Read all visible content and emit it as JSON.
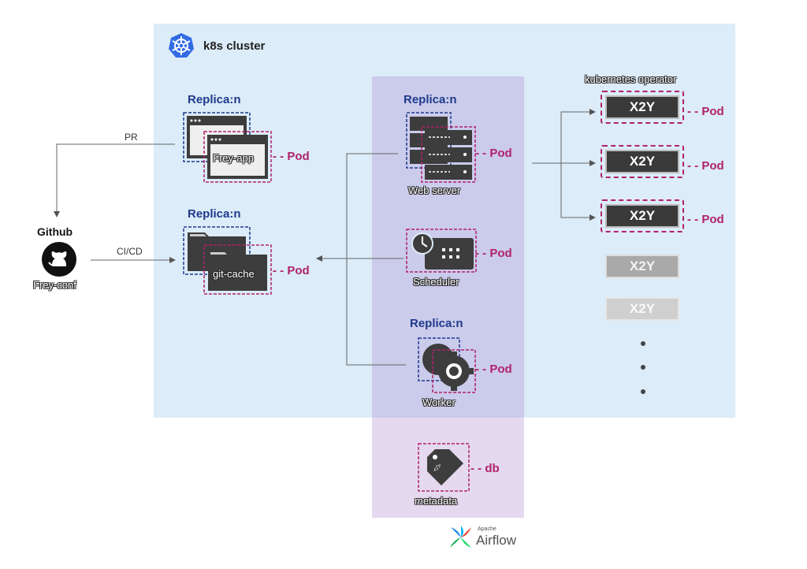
{
  "cluster": {
    "title": "k8s cluster"
  },
  "github": {
    "title": "Github",
    "repo": "Frey-conf"
  },
  "edges": {
    "pr": "PR",
    "cicd": "CI/CD"
  },
  "frey_app": {
    "replica": "Replica:n",
    "name": "Frey-app",
    "pod": "Pod"
  },
  "git_cache": {
    "replica": "Replica:n",
    "name": "git-cache",
    "pod": "Pod"
  },
  "web_server": {
    "replica": "Replica:n",
    "name": "Web server",
    "pod": "Pod"
  },
  "scheduler": {
    "name": "Scheduler",
    "pod": "Pod"
  },
  "worker": {
    "replica": "Replica:n",
    "name": "Worker",
    "pod": "Pod"
  },
  "metadata": {
    "name": "metadata",
    "db": "db",
    "tag_glyph": "</>"
  },
  "operator": {
    "title": "kubernetes operator",
    "active_pods": [
      {
        "label": "X2Y",
        "pod": "Pod"
      },
      {
        "label": "X2Y",
        "pod": "Pod"
      },
      {
        "label": "X2Y",
        "pod": "Pod"
      }
    ],
    "faded_pods": [
      {
        "label": "X2Y"
      },
      {
        "label": "X2Y"
      }
    ]
  },
  "airflow": {
    "small": "Apache",
    "name": "Airflow"
  },
  "colors": {
    "cluster_bg": "#dcecf8",
    "airflow_band": "#c9b9e2",
    "replica_blue": "#1f3a8c",
    "pod_magenta": "#b0226a",
    "icon_dark": "#3d3d3d"
  }
}
